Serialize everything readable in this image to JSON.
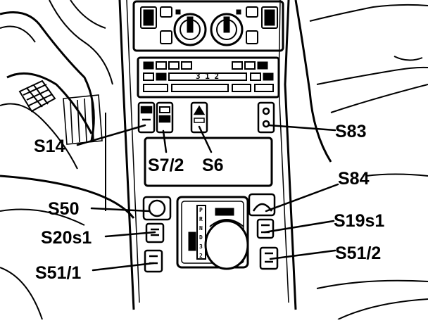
{
  "diagram": {
    "labels": {
      "s14": "S14",
      "s7_2": "S7/2",
      "s6": "S6",
      "s83": "S83",
      "s84": "S84",
      "s50": "S50",
      "s20s1": "S20s1",
      "s19s1": "S19s1",
      "s51_1": "S51/1",
      "s51_2": "S51/2"
    },
    "radio_display": "3 1 2",
    "gear_positions": [
      "P",
      "R",
      "N",
      "D",
      "3",
      "2"
    ]
  }
}
